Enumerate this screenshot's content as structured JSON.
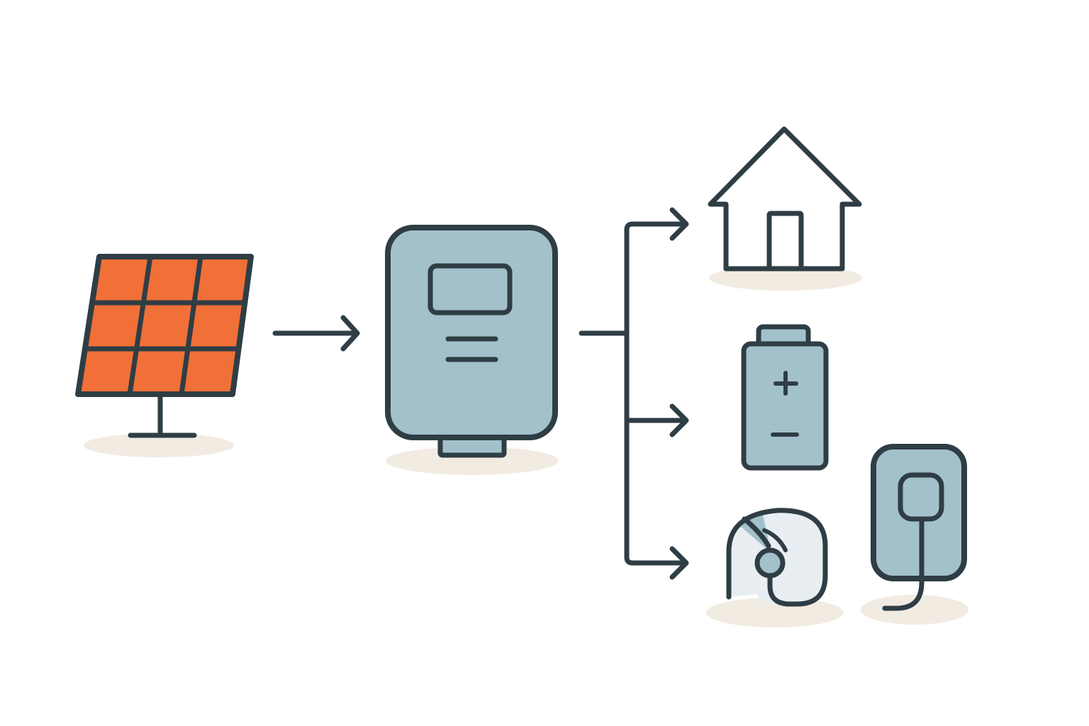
{
  "colors": {
    "background": "#ffffff",
    "outline": "#2f3d45",
    "panel_cell": "#f07038",
    "device_fill": "#a3c1cb",
    "ground_shadow": "#f1ebe2",
    "highlight": "#e8eef1"
  },
  "diagram": {
    "nodes": [
      {
        "id": "solar-panel",
        "icon": "solar-panel-icon"
      },
      {
        "id": "inverter",
        "icon": "inverter-icon"
      },
      {
        "id": "house",
        "icon": "house-icon"
      },
      {
        "id": "battery",
        "icon": "battery-icon"
      },
      {
        "id": "meter",
        "icon": "meter-icon"
      },
      {
        "id": "ev-charger",
        "icon": "ev-charger-icon"
      }
    ],
    "edges": [
      {
        "from": "solar-panel",
        "to": "inverter"
      },
      {
        "from": "inverter",
        "to": "house"
      },
      {
        "from": "inverter",
        "to": "battery"
      },
      {
        "from": "inverter",
        "to": "meter"
      }
    ]
  }
}
